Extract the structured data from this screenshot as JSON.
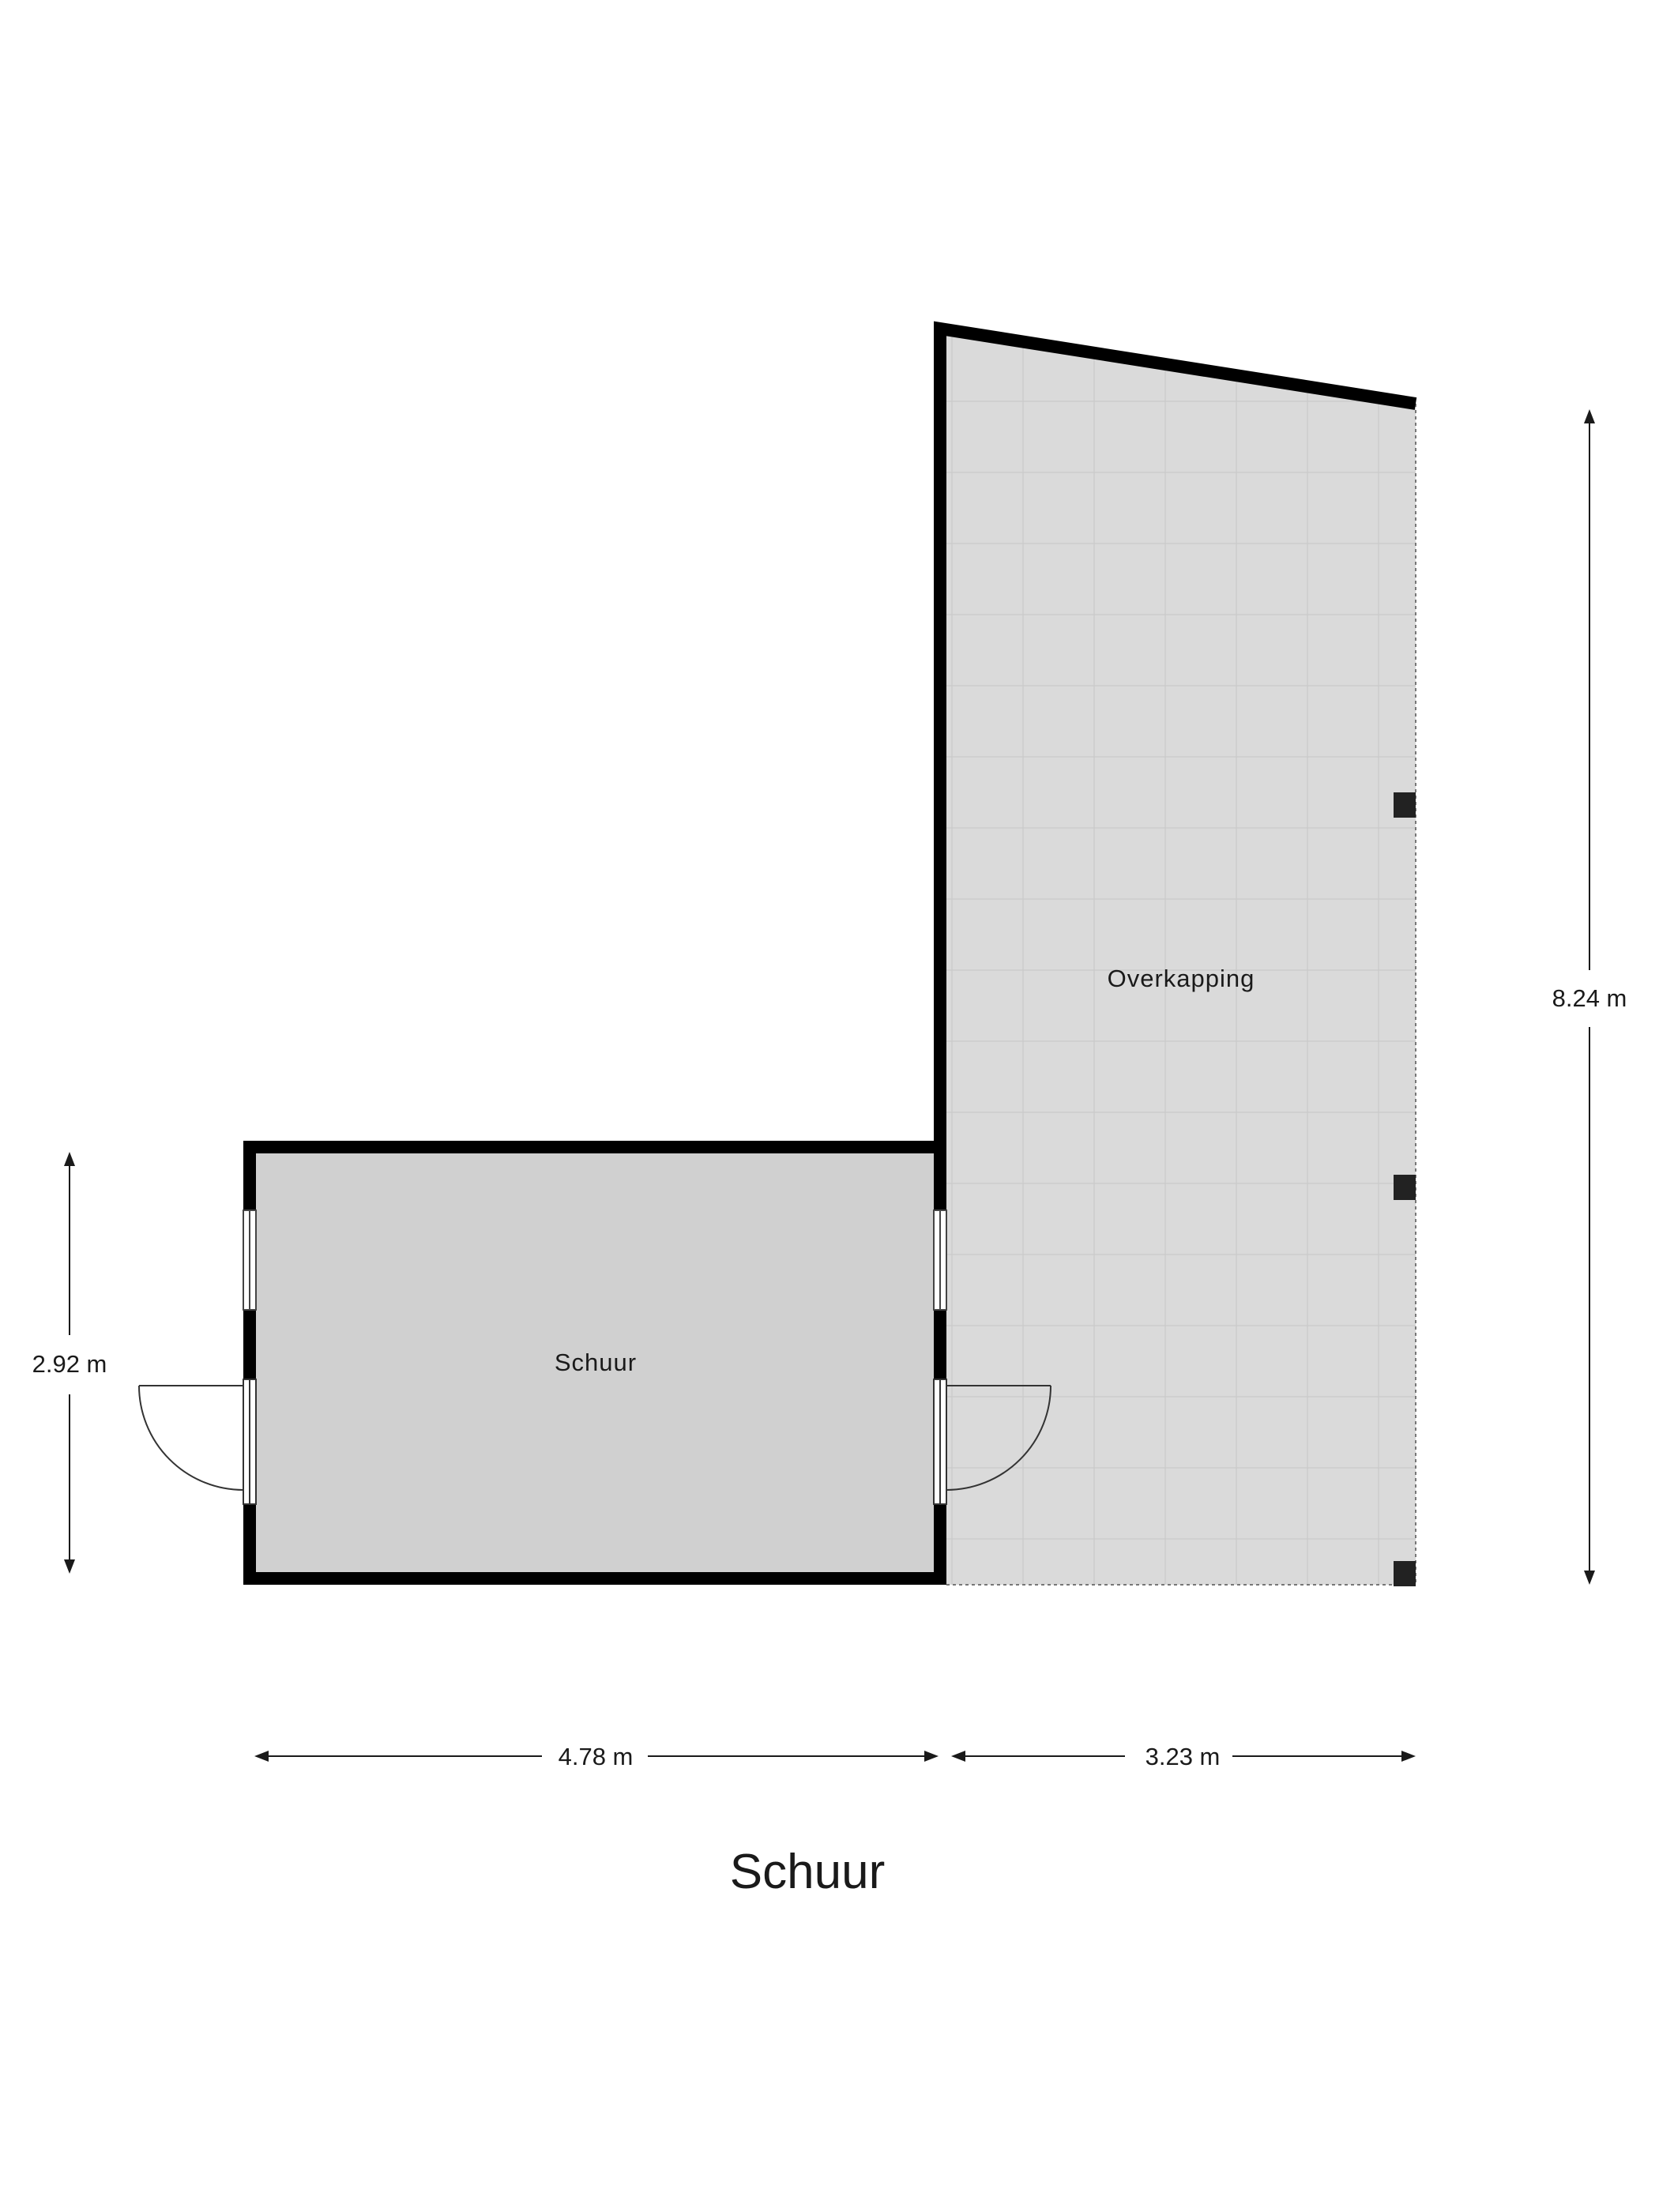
{
  "plan": {
    "title": "Schuur",
    "rooms": {
      "schuur": "Schuur",
      "overkapping": "Overkapping"
    },
    "dimensions": {
      "height_left": "2.92 m",
      "height_right": "8.24 m",
      "width_left": "4.78 m",
      "width_right": "3.23 m"
    }
  },
  "colors": {
    "wall": "#000000",
    "room_fill": "#d0d0d0",
    "covered_fill": "#dadada",
    "tile_line": "#c8c8c8",
    "line": "#1a1a1a"
  }
}
